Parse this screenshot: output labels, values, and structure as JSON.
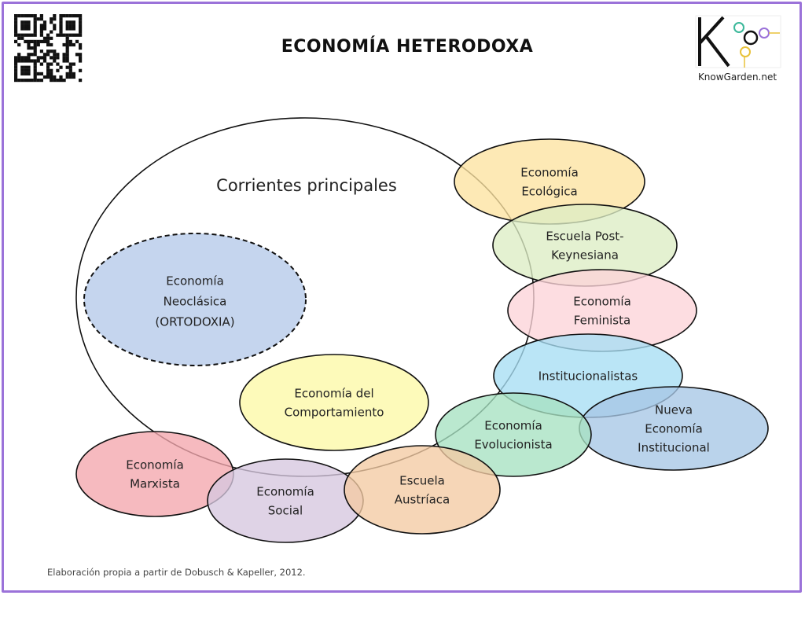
{
  "title": "ECONOMÍA HETERODOXA",
  "brand": "KnowGarden.net",
  "mainstream_label": "Corrientes principales",
  "orthodoxy": [
    "Economía",
    "Neoclásica",
    "(ORTODOXIA)"
  ],
  "schools": {
    "ecologica": [
      "Economía",
      "Ecológica"
    ],
    "postkeynesiana": [
      "Escuela Post-",
      "Keynesiana"
    ],
    "feminista": [
      "Economía",
      "Feminista"
    ],
    "institucionalistas": [
      "Institucionalistas"
    ],
    "nueva": [
      "Nueva",
      "Economía",
      "Institucional"
    ],
    "evolucionista": [
      "Economía",
      "Evolucionista"
    ],
    "comportamiento": [
      "Economía del",
      "Comportamiento"
    ],
    "marxista": [
      "Economía",
      "Marxista"
    ],
    "social": [
      "Economía",
      "Social"
    ],
    "austriaca": [
      "Escuela",
      "Austríaca"
    ]
  },
  "credit": "Elaboración propia a partir de Dobusch & Kapeller, 2012.",
  "colors": {
    "border": "#9b72d9",
    "neoclasica": "#c5d5ee",
    "ecologica": "#fde3a0",
    "postkeynesiana": "#dcedc4",
    "feminista": "#fcd3d8",
    "institucionalistas": "#a6def3",
    "nueva": "#a6c7e6",
    "evolucionista": "#a6e2c2",
    "comportamiento": "#fcf9a6",
    "marxista": "#f4a6ad",
    "social": "#d6c6df",
    "austriaca": "#f4caa3"
  }
}
